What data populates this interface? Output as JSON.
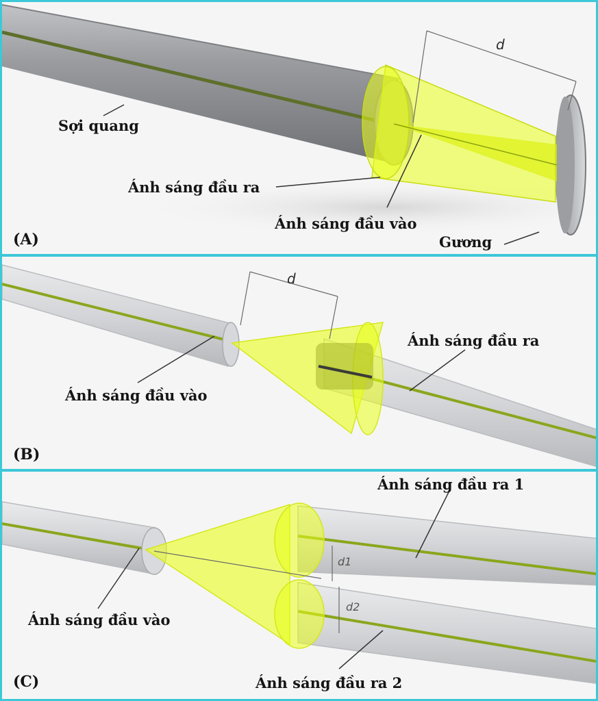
{
  "panel_a": {
    "tag": "(A)",
    "fiber_label": "Sợi quang",
    "output_light_label": "Ánh sáng đầu ra",
    "input_light_label": "Ánh sáng đầu vào",
    "mirror_label": "Gương",
    "distance_label": "d"
  },
  "panel_b": {
    "tag": "(B)",
    "output_light_label": "Ánh sáng đầu ra",
    "input_light_label": "Ánh sáng đầu vào",
    "distance_label": "d"
  },
  "panel_c": {
    "tag": "(C)",
    "output_light_1_label": "Ánh sáng đầu ra 1",
    "output_light_2_label": "Ánh sáng đầu ra 2",
    "input_light_label": "Ánh sáng đầu vào",
    "distance_1_label": "d1",
    "distance_2_label": "d2"
  },
  "colors": {
    "frame": "#3cc8d8",
    "light_cone": "#eaff1a",
    "fiber_core": "#7a9a18",
    "fiber_gray": "#8a8c90",
    "fiber_light": "#dcdde0"
  }
}
